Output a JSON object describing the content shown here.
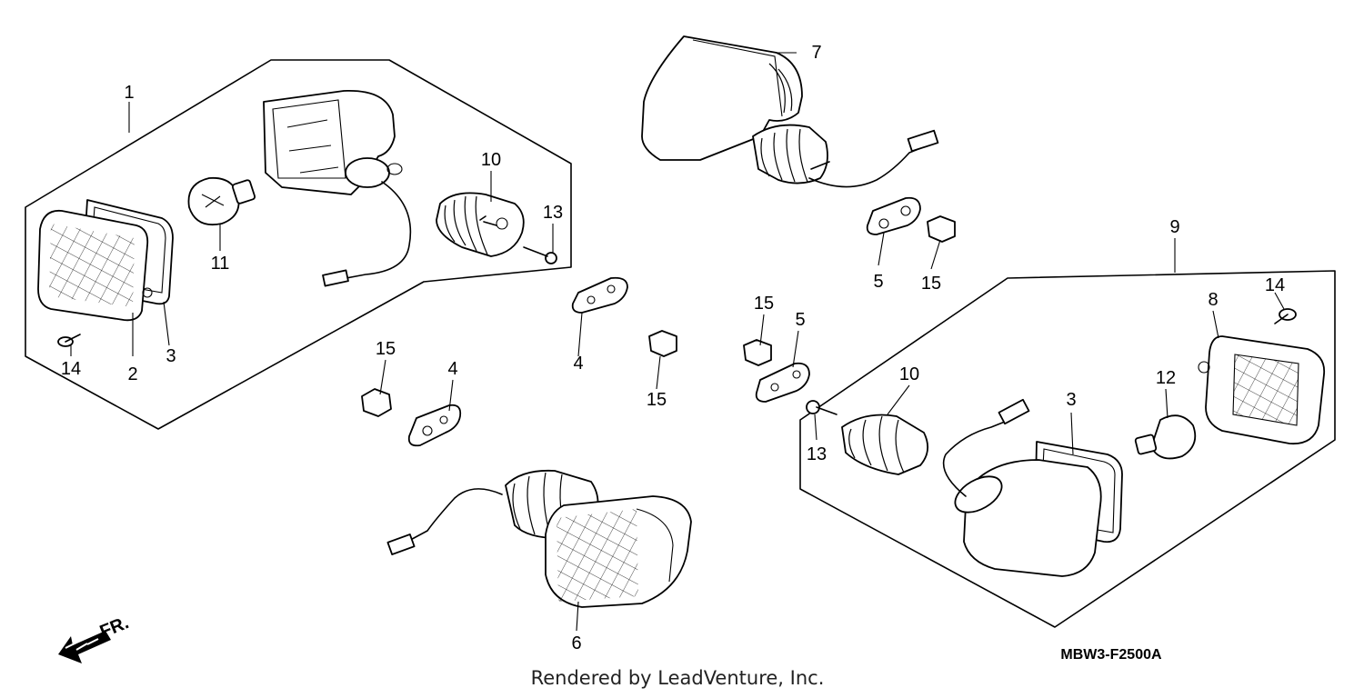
{
  "diagram": {
    "callouts": {
      "c1": "1",
      "c2": "2",
      "c3a": "3",
      "c3b": "3",
      "c4a": "4",
      "c4b": "4",
      "c5a": "5",
      "c5b": "5",
      "c6": "6",
      "c7": "7",
      "c8": "8",
      "c9": "9",
      "c10a": "10",
      "c10b": "10",
      "c11": "11",
      "c12": "12",
      "c13a": "13",
      "c13b": "13",
      "c14a": "14",
      "c14b": "14",
      "c15a": "15",
      "c15b": "15",
      "c15c": "15",
      "c15d": "15"
    },
    "direction_label": "FR.",
    "drawing_code": "MBW3-F2500A"
  },
  "footer": {
    "credit": "Rendered by LeadVenture, Inc."
  }
}
